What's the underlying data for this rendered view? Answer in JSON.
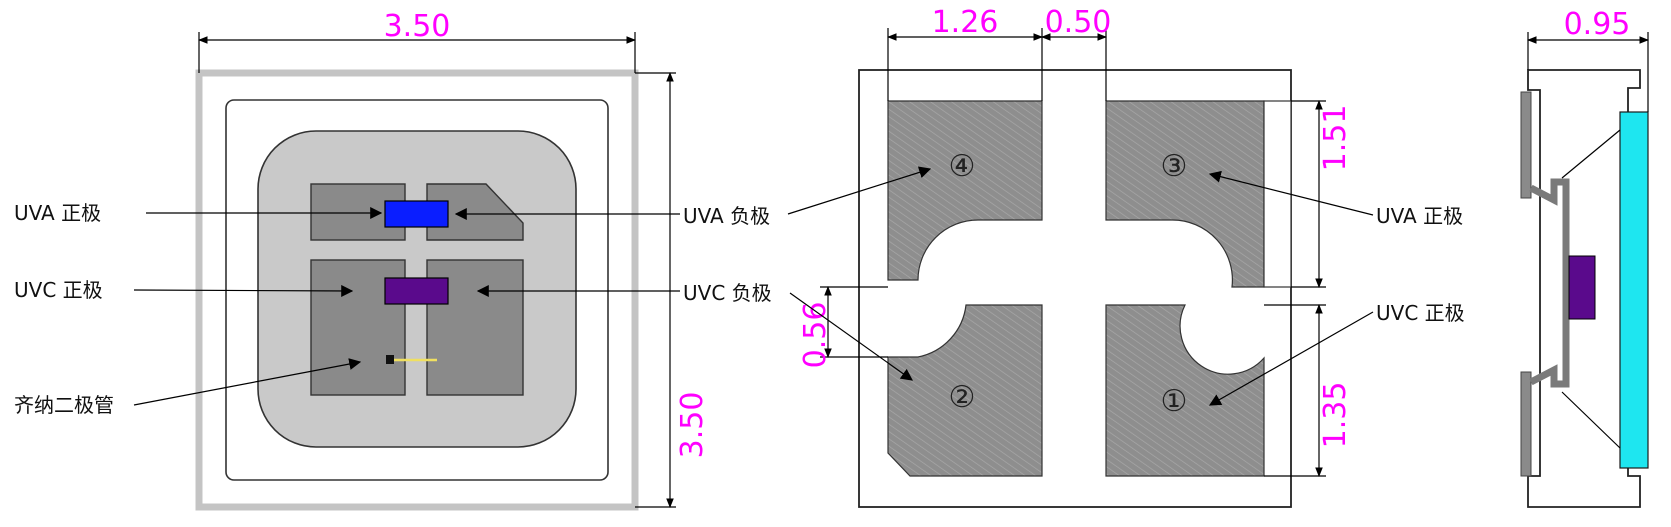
{
  "top_view": {
    "dim_width": "3.50",
    "dim_height": "3.50",
    "labels": {
      "uva_anode": "UVA 正极",
      "uvc_anode": "UVC 正极",
      "zener": "齐纳二极管",
      "uva_cathode": "UVA 负极",
      "uvc_cathode": "UVC 负极"
    }
  },
  "bottom_view": {
    "dim_pad_width": "1.26",
    "dim_gap": "0.50",
    "dim_pad_upper": "1.51",
    "dim_pad_lower": "1.35",
    "dim_center_gap": "0.56",
    "pad_numbers": [
      "①",
      "②",
      "③",
      "④"
    ],
    "labels": {
      "uva_anode": "UVA 正极",
      "uvc_anode": "UVC 正极"
    }
  },
  "side_view": {
    "dim_thickness": "0.95"
  },
  "colors": {
    "dimension": "#ff00ff",
    "uva_chip": "#0a1eff",
    "uvc_chip": "#5a0a8c",
    "lens": "#1ee6f0",
    "pad": "#8c8c8c",
    "lead_frame": "#7a7a7a",
    "zener_wire": "#f0e060"
  }
}
